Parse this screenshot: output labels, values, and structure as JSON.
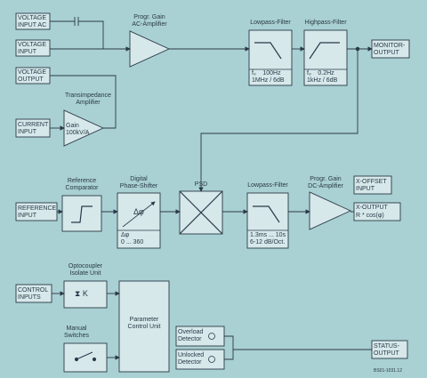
{
  "io": {
    "voltage_input_ac": "VOLTAGE\nINPUT AC",
    "voltage_input": "VOLTAGE\nINPUT",
    "voltage_output": "VOLTAGE\nOUTPUT",
    "current_input": "CURRENT\nINPUT",
    "reference_input": "REFERENCE\nINPUT",
    "control_inputs": "CONTROL\nINPUTS",
    "monitor_output": "MONITOR-\nOUTPUT",
    "x_offset_input": "X-OFFSET\nINPUT",
    "x_output": "X-OUTPUT",
    "x_output_formula": "R * cos(φ)",
    "status_output": "STATUS-\nOUTPUT"
  },
  "blocks": {
    "ac_amp_title": "Progr. Gain\nAC-Amplifier",
    "lowpass_title": "Lowpass-Filter",
    "lowpass_spec": "fₒ    100Hz\n1MHz / 6dB",
    "highpass_title": "Highpass-Filter",
    "highpass_spec": "fₒ    0.2Hz\n1kHz / 6dB",
    "transimp_title": "Transimpedance\nAmplifier",
    "transimp_gain": "Gain\n100kV/A",
    "ref_comp_title": "Reference\nComparator",
    "phase_title": "Digital\nPhase-Shifter",
    "phase_symbol": "Δφ",
    "phase_spec": "Δφ\n0 ... 360",
    "psd_title": "PSD",
    "lowpass2_title": "Lowpass-Filter",
    "lowpass2_spec": "1.3ms ... 10s\n6-12 dB/Oct.",
    "dc_amp_title": "Progr. Gain\nDC-Amplifier",
    "opto_title": "Optocoupler\nIsolate Unit",
    "opto_symbol": "⧗ K",
    "switches_title": "Manual\nSwitches",
    "param_title": "Parameter\nControl Unit",
    "overload": "Overload\nDetector",
    "unlocked": "Unlocked\nDetector"
  },
  "footer": {
    "code": "BS01-1031.12"
  },
  "colors": {
    "background": "#a9d0d2",
    "block_fill": "#d6e8ea",
    "stroke": "#2a3a48"
  }
}
